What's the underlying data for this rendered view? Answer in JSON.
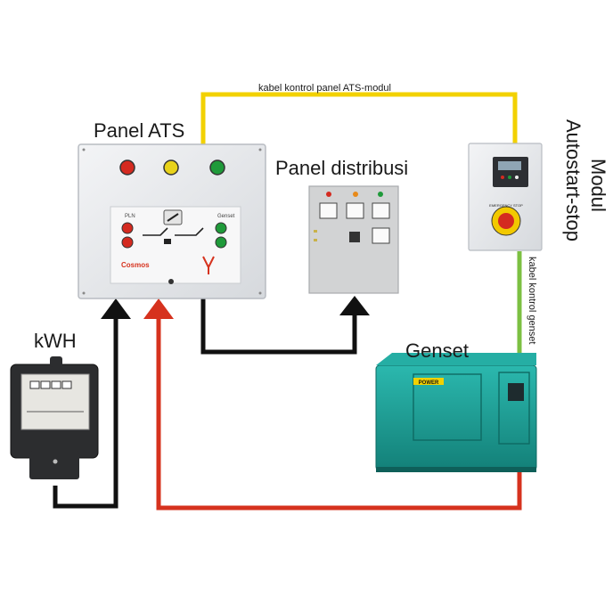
{
  "labels": {
    "panel_ats": "Panel ATS",
    "panel_distribusi": "Panel distribusi",
    "kwh": "kWH",
    "genset": "Genset",
    "modul_line1": "Modul",
    "modul_line2": "Autostart-stop",
    "cable_ats_modul": "kabel kontrol panel ATS-modul",
    "cable_genset": "kabel kontrol genset"
  },
  "panel_ats_face": {
    "left_label": "PLN",
    "right_label": "Genset",
    "brand": "Cosmos"
  },
  "genset_face": {
    "brand": "POWER"
  },
  "modul_face": {
    "button_text": "EMERGENCY STOP"
  },
  "colors": {
    "control_cable": "#f2d100",
    "genset_cable": "#7cc042",
    "pln_line": "#111111",
    "genset_line": "#d6321e",
    "genset_body": "#1aa39a",
    "panel": "#e9ebee"
  }
}
